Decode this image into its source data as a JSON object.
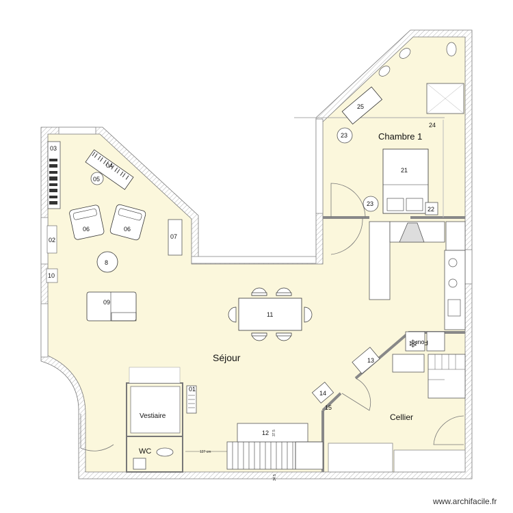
{
  "rooms": {
    "sejour": "Séjour",
    "chambre": "Chambre 1",
    "cellier": "Cellier",
    "vestiaire": "Vestiaire",
    "wc": "WC"
  },
  "items": {
    "n01": "01",
    "n02": "02",
    "n03": "03",
    "n04": "04",
    "n05": "05",
    "n06a": "06",
    "n06b": "06",
    "n07": "07",
    "n08": "8",
    "n09": "09",
    "n10": "10",
    "n11": "11",
    "n12": "12",
    "n13": "13",
    "n14": "14",
    "n15": "15",
    "n21": "21",
    "n22": "22",
    "n23a": "23",
    "n23b": "23",
    "n24": "24",
    "n25": "25"
  },
  "dimensions": {
    "wc_width": "127 cm",
    "stair_width": "37.5",
    "stair_bottom": "34.5"
  },
  "appliance": {
    "four": "Four"
  },
  "watermark": "www.archifacile.fr",
  "colors": {
    "floor": "#fbf7dc",
    "wall": "#ffffff",
    "wall_hatch": "#999999",
    "line": "#666666"
  }
}
